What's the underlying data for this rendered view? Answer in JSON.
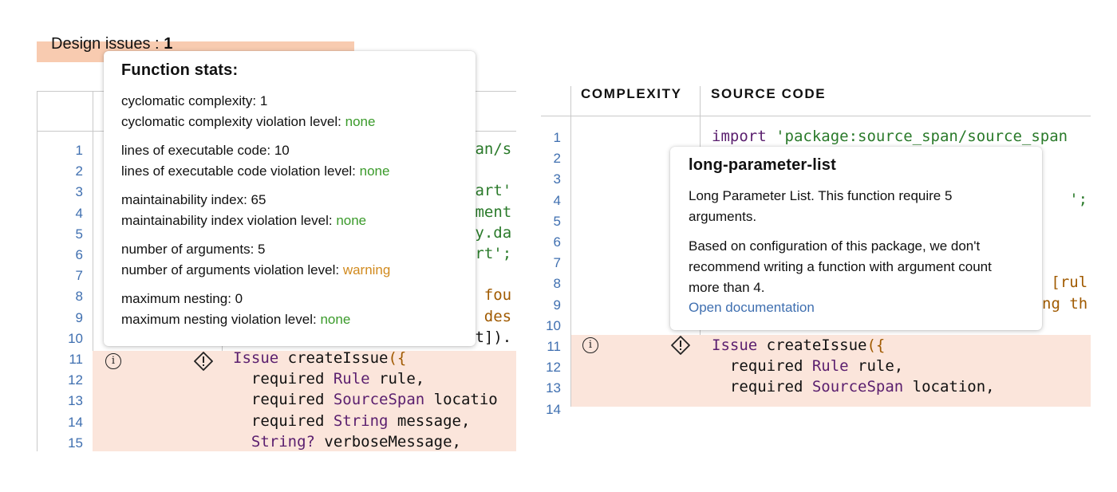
{
  "left_panel": {
    "summary_label": "Design issues :",
    "summary_count": "1",
    "line_numbers": [
      "1",
      "2",
      "3",
      "4",
      "5",
      "6",
      "7",
      "8",
      "9",
      "10",
      "11",
      "12",
      "13",
      "14",
      "15"
    ],
    "code_fragments": [
      {
        "text": "pan/s",
        "kind": "str"
      },
      {
        "text": "",
        "kind": "plain"
      },
      {
        "text": "dart'",
        "kind": "str"
      },
      {
        "text": "ement",
        "kind": "str"
      },
      {
        "text": "y.da",
        "kind": "str"
      },
      {
        "text": "rt';",
        "kind": "str"
      },
      {
        "text": "",
        "kind": "plain"
      },
      {
        "text": "fou",
        "kind": "brace"
      },
      {
        "text": "des",
        "kind": "brace"
      },
      {
        "text": "nt]).",
        "kind": "plain"
      }
    ],
    "issue_code": [
      {
        "indent": "",
        "parts": [
          {
            "t": "Issue",
            "k": "kw"
          },
          {
            "t": " createIssue",
            "k": "plain"
          },
          {
            "t": "({",
            "k": "brace"
          }
        ]
      },
      {
        "indent": "  ",
        "parts": [
          {
            "t": "required ",
            "k": "plain"
          },
          {
            "t": "Rule",
            "k": "kw"
          },
          {
            "t": " rule,",
            "k": "plain"
          }
        ]
      },
      {
        "indent": "  ",
        "parts": [
          {
            "t": "required ",
            "k": "plain"
          },
          {
            "t": "SourceSpan",
            "k": "kw"
          },
          {
            "t": " locatio",
            "k": "plain"
          }
        ]
      },
      {
        "indent": "  ",
        "parts": [
          {
            "t": "required ",
            "k": "plain"
          },
          {
            "t": "String",
            "k": "kw"
          },
          {
            "t": " message,",
            "k": "plain"
          }
        ]
      },
      {
        "indent": "  ",
        "parts": [
          {
            "t": "String?",
            "k": "kw"
          },
          {
            "t": " verboseMessage,",
            "k": "plain"
          }
        ]
      }
    ],
    "stats_popup": {
      "title": "Function stats:",
      "groups": [
        {
          "metric": "cyclomatic complexity: 1",
          "violation": "cyclomatic complexity violation level: ",
          "level": "none"
        },
        {
          "metric": "lines of executable code: 10",
          "violation": "lines of executable code violation level: ",
          "level": "none"
        },
        {
          "metric": "maintainability index: 65",
          "violation": "maintainability index violation level: ",
          "level": "none"
        },
        {
          "metric": "number of arguments: 5",
          "violation": "number of arguments violation level: ",
          "level": "warning"
        },
        {
          "metric": "maximum nesting: 0",
          "violation": "maximum nesting violation level: ",
          "level": "none"
        }
      ]
    }
  },
  "right_panel": {
    "headers": {
      "complexity": "COMPLEXITY",
      "source_code": "SOURCE CODE"
    },
    "line_numbers": [
      "1",
      "2",
      "3",
      "4",
      "5",
      "6",
      "7",
      "8",
      "9",
      "10",
      "11",
      "12",
      "13",
      "14"
    ],
    "first_line": [
      {
        "t": "import ",
        "k": "kw"
      },
      {
        "t": "'package:source_span/source_span",
        "k": "str"
      }
    ],
    "right_fragments": [
      {
        "line": 4,
        "parts": [
          {
            "t": "';",
            "k": "str"
          }
        ]
      },
      {
        "line": 8,
        "parts": [
          {
            "t": "[rul",
            "k": "brace"
          }
        ]
      },
      {
        "line": 9,
        "parts": [
          {
            "t": "ng th",
            "k": "brace"
          }
        ]
      }
    ],
    "issue_code": [
      {
        "indent": "",
        "parts": [
          {
            "t": "Issue",
            "k": "kw"
          },
          {
            "t": " createIssue",
            "k": "plain"
          },
          {
            "t": "({",
            "k": "brace"
          }
        ]
      },
      {
        "indent": "  ",
        "parts": [
          {
            "t": "required ",
            "k": "plain"
          },
          {
            "t": "Rule",
            "k": "kw"
          },
          {
            "t": " rule,",
            "k": "plain"
          }
        ]
      },
      {
        "indent": "  ",
        "parts": [
          {
            "t": "required ",
            "k": "plain"
          },
          {
            "t": "SourceSpan",
            "k": "kw"
          },
          {
            "t": " location,",
            "k": "plain"
          }
        ]
      }
    ],
    "hint_popup": {
      "title": "long-parameter-list",
      "description": "Long Parameter List. This function require 5 arguments.",
      "recommendation": "Based on configuration of this package, we don't recommend writing a function with argument count more than 4.",
      "link_label": "Open documentation"
    }
  },
  "colors": {
    "issue_row_bg": "#fbe5db",
    "summary_bg": "#f8cbb0",
    "level_none": "#3a9a2a",
    "level_warning": "#d18a1e",
    "line_number": "#3f6fb0"
  },
  "icons": [
    "info-circle-icon",
    "warning-diamond-icon"
  ]
}
